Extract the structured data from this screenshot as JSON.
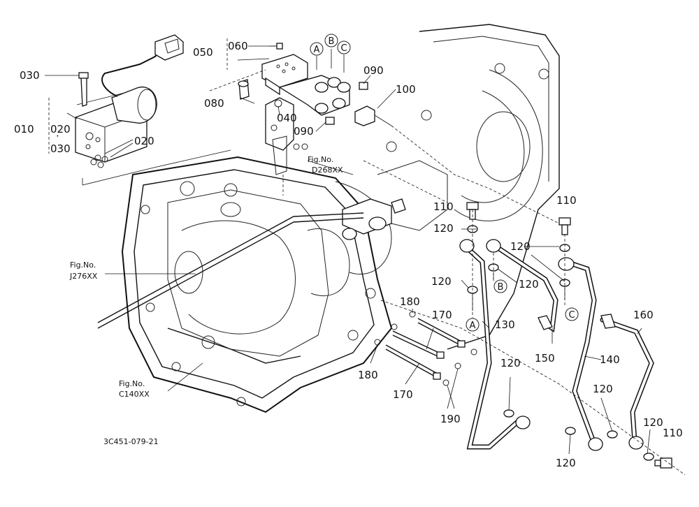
{
  "diagram_code": "3C451-079-21",
  "figure_refs": {
    "d268": {
      "title": "Fig.No.",
      "code": "D268XX"
    },
    "j276": {
      "title": "Fig.No.",
      "code": "J276XX"
    },
    "c140": {
      "title": "Fig.No.",
      "code": "C140XX"
    }
  },
  "ports": {
    "a": "A",
    "b": "B",
    "c": "C"
  },
  "parts": {
    "p010": "010",
    "p020a": "020",
    "p020b": "020",
    "p030a": "030",
    "p030b": "030",
    "p040": "040",
    "p050": "050",
    "p060": "060",
    "p080": "080",
    "p090a": "090",
    "p090b": "090",
    "p100": "100",
    "p110a": "110",
    "p110b": "110",
    "p110c": "110",
    "p120a": "120",
    "p120b": "120",
    "p120c": "120",
    "p120d": "120",
    "p120e": "120",
    "p120f": "120",
    "p120g": "120",
    "p120h": "120",
    "p130": "130",
    "p140": "140",
    "p150": "150",
    "p160": "160",
    "p170a": "170",
    "p170b": "170",
    "p180a": "180",
    "p180b": "180",
    "p190": "190"
  }
}
